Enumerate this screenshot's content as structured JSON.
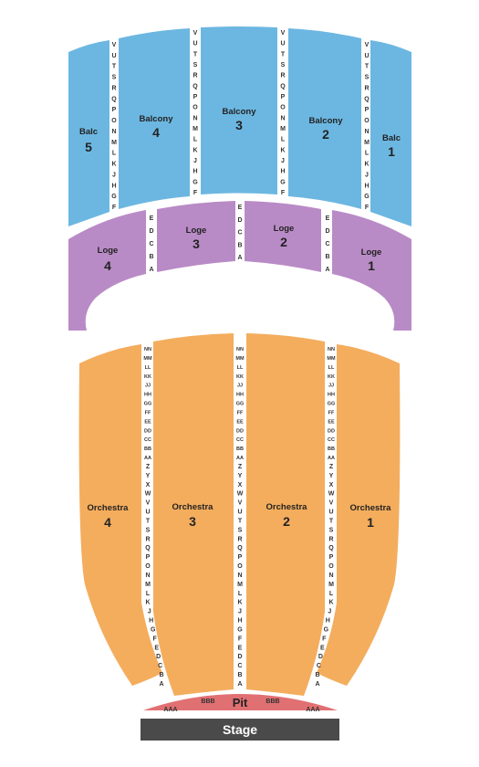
{
  "colors": {
    "balcony": "#6cb7e1",
    "loge": "#b98bc6",
    "orchestra": "#f4ad5d",
    "pit": "#e17072",
    "stage": "#4a4a4a"
  },
  "balcony": {
    "rows": [
      "V",
      "U",
      "T",
      "S",
      "R",
      "Q",
      "P",
      "O",
      "N",
      "M",
      "L",
      "K",
      "J",
      "H",
      "G",
      "F"
    ],
    "sections": [
      {
        "line1": "Balc",
        "line2": "5"
      },
      {
        "line1": "Balcony",
        "line2": "4"
      },
      {
        "line1": "Balcony",
        "line2": "3"
      },
      {
        "line1": "Balcony",
        "line2": "2"
      },
      {
        "line1": "Balc",
        "line2": "1"
      }
    ]
  },
  "loge": {
    "rows": [
      "E",
      "D",
      "C",
      "B",
      "A"
    ],
    "sections": [
      {
        "line1": "Loge",
        "line2": "4"
      },
      {
        "line1": "Loge",
        "line2": "3"
      },
      {
        "line1": "Loge",
        "line2": "2"
      },
      {
        "line1": "Loge",
        "line2": "1"
      }
    ]
  },
  "orchestra": {
    "rows": [
      "NN",
      "MM",
      "LL",
      "KK",
      "JJ",
      "HH",
      "GG",
      "FF",
      "EE",
      "DD",
      "CC",
      "BB",
      "AA",
      "Z",
      "Y",
      "X",
      "W",
      "V",
      "U",
      "T",
      "S",
      "R",
      "Q",
      "P",
      "O",
      "N",
      "M",
      "L",
      "K",
      "J",
      "H",
      "G",
      "F",
      "E",
      "D",
      "C",
      "B",
      "A"
    ],
    "sections": [
      {
        "line1": "Orchestra",
        "line2": "4"
      },
      {
        "line1": "Orchestra",
        "line2": "3"
      },
      {
        "line1": "Orchestra",
        "line2": "2"
      },
      {
        "line1": "Orchestra",
        "line2": "1"
      }
    ]
  },
  "pit": {
    "label": "Pit",
    "rows_left": [
      "AAA",
      "BBB"
    ],
    "rows_right": [
      "BBB",
      "AAA"
    ]
  },
  "stage": {
    "label": "Stage"
  }
}
